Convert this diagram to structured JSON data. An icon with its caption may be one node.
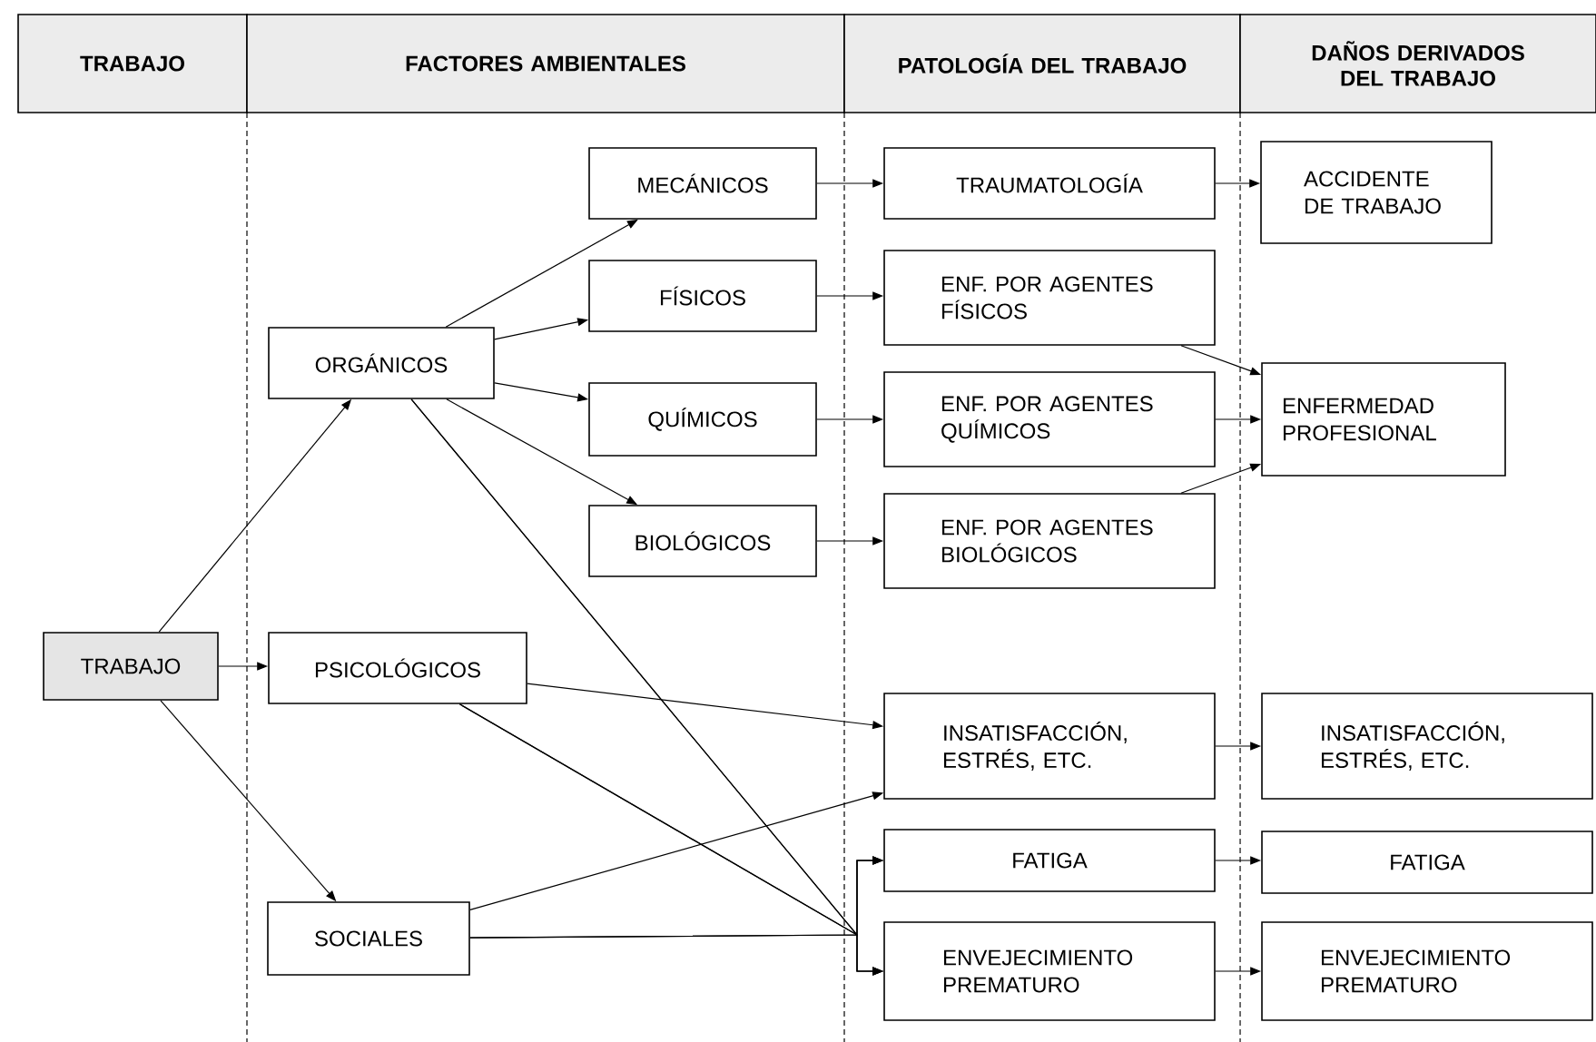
{
  "diagram": {
    "nodes": [
      {
        "text": [
          "TRABAJO"
        ]
      },
      {
        "text": [
          "ORGÁNICOS"
        ]
      },
      {
        "text": [
          "PSICOLÓGICOS"
        ]
      },
      {
        "text": [
          "SOCIALES"
        ]
      },
      {
        "text": [
          "MECÁNICOS"
        ]
      },
      {
        "text": [
          "FÍSICOS"
        ]
      },
      {
        "text": [
          "QUÍMICOS"
        ]
      },
      {
        "text": [
          "BIOLÓGICOS"
        ]
      },
      {
        "text": [
          "TRAUMATOLOGÍA"
        ]
      },
      {
        "text": [
          "ENF. POR AGENTES FÍSICOS"
        ]
      },
      {
        "text": [
          "ENF. POR AGENTES QUÍMICOS"
        ]
      },
      {
        "text": [
          "ENF. POR AGENTES BIOLÓGICOS"
        ]
      },
      {
        "text": [
          "INSATISFACCIÓN, ESTRÉS, ETC."
        ]
      },
      {
        "text": [
          "FATIGA"
        ]
      },
      {
        "text": [
          "ENVEJECIMIENTO PREMATURO"
        ]
      },
      {
        "text": [
          "ACCIDENTE DE TRABAJO"
        ]
      },
      {
        "text": [
          "ENFERMEDAD PROFESIONAL"
        ]
      },
      {
        "text": [
          "INSATISFACCIÓN, ESTRÉS, ETC."
        ]
      },
      {
        "text": [
          "FATIGA"
        ]
      },
      {
        "text": [
          "ENVEJECIMIENTO PREMATURO"
        ]
      }
    ],
    "edges": [
      {
        "from": 0,
        "to": 1,
        "arrow": "to"
      },
      {
        "from": 0,
        "to": 2,
        "arrow": "to"
      },
      {
        "from": 0,
        "to": 3,
        "arrow": "to"
      },
      {
        "from": 1,
        "to": 4,
        "arrow": "to"
      },
      {
        "from": 1,
        "to": 5,
        "arrow": "to"
      },
      {
        "from": 1,
        "to": 6,
        "arrow": "to"
      },
      {
        "from": 1,
        "to": 7,
        "arrow": "to"
      },
      {
        "from": 4,
        "to": 8,
        "arrow": "to"
      },
      {
        "from": 5,
        "to": 9,
        "arrow": "to"
      },
      {
        "from": 6,
        "to": 10,
        "arrow": "to"
      },
      {
        "from": 7,
        "to": 11,
        "arrow": "to"
      },
      {
        "from": 8,
        "to": 15,
        "arrow": "to"
      },
      {
        "from": 9,
        "to": 16,
        "arrow": "to"
      },
      {
        "from": 10,
        "to": 16,
        "arrow": "to"
      },
      {
        "from": 11,
        "to": 16,
        "arrow": "to"
      },
      {
        "from": 2,
        "to": 12,
        "arrow": "to"
      },
      {
        "from": 3,
        "to": 12,
        "arrow": "to"
      },
      {
        "from": 1,
        "to": 13,
        "arrow": "to"
      },
      {
        "from": 1,
        "to": 14,
        "arrow": "to"
      },
      {
        "from": 2,
        "to": 13,
        "arrow": "to"
      },
      {
        "from": 2,
        "to": 14,
        "arrow": "to"
      },
      {
        "from": 3,
        "to": 13,
        "arrow": "to"
      },
      {
        "from": 3,
        "to": 14,
        "arrow": "to"
      },
      {
        "from": 12,
        "to": 17,
        "arrow": "to"
      },
      {
        "from": 13,
        "to": 18,
        "arrow": "to"
      },
      {
        "from": 14,
        "to": 19,
        "arrow": "to"
      }
    ],
    "labels": [
      "TRABAJO",
      "FACTORES AMBIENTALES",
      "PATOLOGÍA DEL TRABAJO",
      "DAÑOS DERIVADOS DEL TRABAJO"
    ]
  }
}
